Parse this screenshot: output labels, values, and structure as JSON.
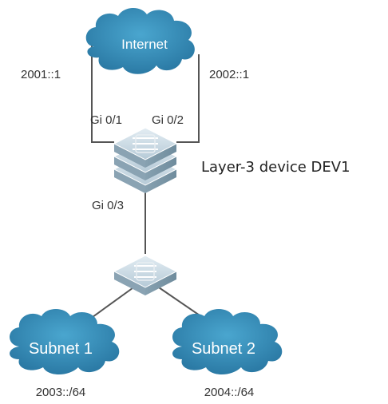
{
  "internet": {
    "label": "Internet",
    "left_address": "2001::1",
    "right_address": "2002::1"
  },
  "device": {
    "name": "Layer-3 device DEV1",
    "ports": {
      "gi01": "Gi 0/1",
      "gi02": "Gi 0/2",
      "gi03": "Gi 0/3"
    }
  },
  "subnets": [
    {
      "label": "Subnet 1",
      "prefix": "2003::/64"
    },
    {
      "label": "Subnet 2",
      "prefix": "2004::/64"
    }
  ],
  "colors": {
    "cloud": "#3a8fb8",
    "cloud_dark": "#2a6f93",
    "device_top": "#c7d8e3",
    "device_side": "#7f9bab",
    "device_face": "#a6bccb",
    "line": "#555555"
  }
}
